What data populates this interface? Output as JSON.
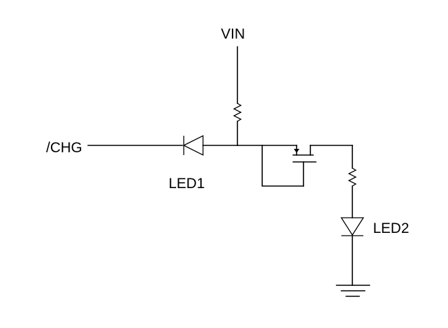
{
  "labels": {
    "vin": "VIN",
    "chg": "/CHG",
    "led1": "LED1",
    "led2": "LED2"
  },
  "colors": {
    "wire": "#000000",
    "background": "#ffffff"
  }
}
